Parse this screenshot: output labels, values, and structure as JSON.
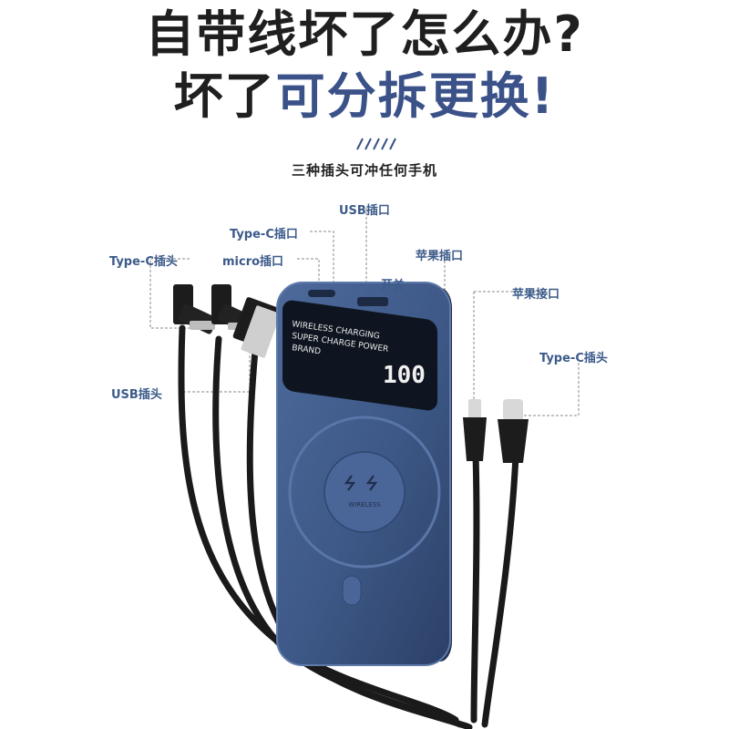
{
  "headline": {
    "line1": "自带线坏了怎么办?",
    "line2_prefix": "坏了",
    "line2_accent": "可分拆更换!"
  },
  "subtitle": "三种插头可冲任何手机",
  "labels": {
    "type_c_port": "Type-C插口",
    "usb_port": "USB插口",
    "micro_port": "micro插口",
    "apple_port": "苹果插口",
    "switch": "开关",
    "apple_connector": "苹果接口",
    "type_c_plug_left": "Type-C插头",
    "type_c_plug_right": "Type-C插头",
    "usb_plug": "USB插头"
  },
  "device": {
    "screen_lines": [
      "WIRELESS CHARGING",
      "SUPER CHARGE POWER",
      "BRAND"
    ],
    "display_value": "100",
    "wireless_text": "WIRELESS"
  },
  "colors": {
    "accent": "#3b5289",
    "label": "#3c5b8a",
    "device_body": "#3d5886",
    "cable": "#1a1a1a"
  }
}
